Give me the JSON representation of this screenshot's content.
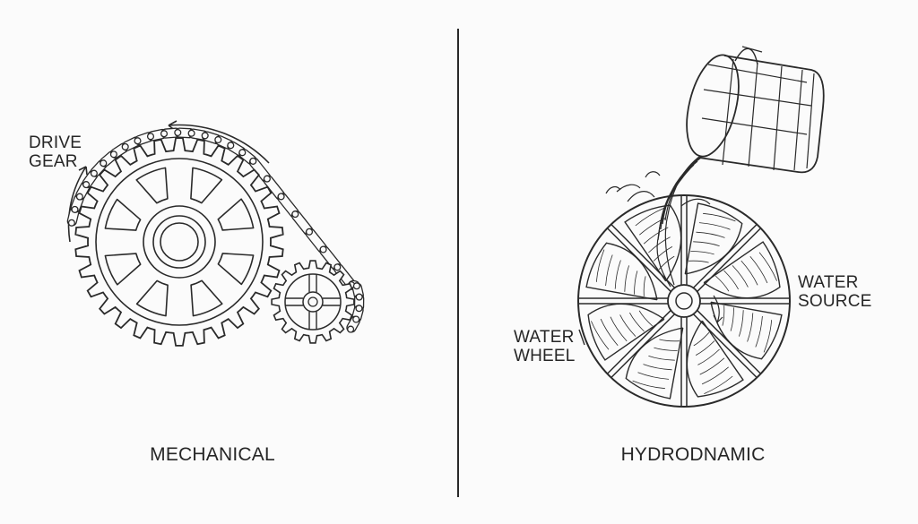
{
  "panels": {
    "left": {
      "caption": "MECHANICAL",
      "drive_gear_label": [
        "DRIVE",
        "GEAR"
      ]
    },
    "right": {
      "caption": "HYDRODNAMIC",
      "water_source_label": [
        "WATER",
        "SOURCE"
      ],
      "water_wheel_label": [
        "WATER",
        "WHEEL"
      ]
    }
  },
  "icons": [
    "drive-gear-icon",
    "chain-icon",
    "small-sprocket-icon",
    "rotation-arrow-icon",
    "bucket-icon",
    "water-stream-icon",
    "water-wheel-icon"
  ],
  "colors": {
    "ink": "#2a2a2a",
    "background": "#fbfbfb"
  }
}
